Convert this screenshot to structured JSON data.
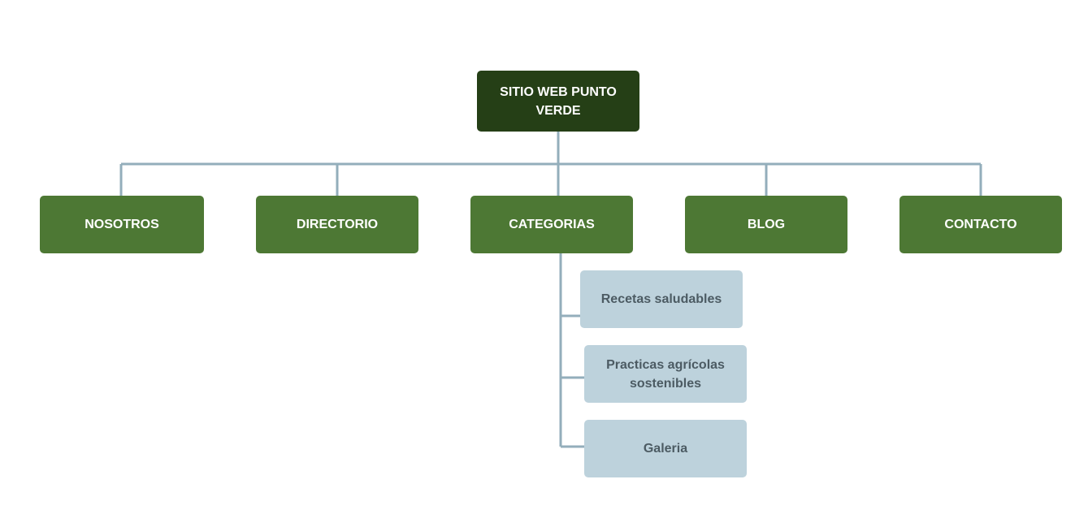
{
  "root": {
    "label": "SITIO WEB PUNTO VERDE"
  },
  "main_sections": [
    {
      "label": "NOSOTROS"
    },
    {
      "label": "DIRECTORIO"
    },
    {
      "label": "CATEGORIAS"
    },
    {
      "label": "BLOG"
    },
    {
      "label": "CONTACTO"
    }
  ],
  "categorias_children": [
    {
      "label": "Recetas saludables"
    },
    {
      "label": "Practicas agrícolas sostenibles"
    },
    {
      "label": "Galeria"
    }
  ],
  "colors": {
    "root_fill": "#253f16",
    "main_fill": "#4d7834",
    "sub_fill": "#bdd2dc",
    "sub_text": "#4c5b63",
    "connector": "#93aebb"
  }
}
